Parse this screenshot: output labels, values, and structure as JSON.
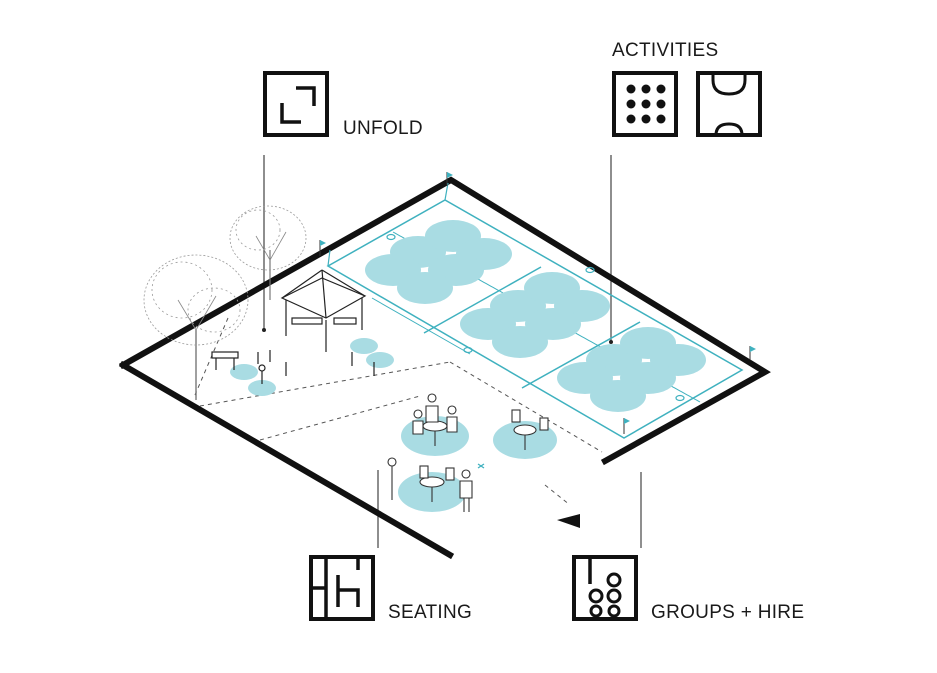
{
  "labels": {
    "unfold": "UNFOLD",
    "activities": "ACTIVITIES",
    "seating": "SEATING",
    "groups_hire": "GROUPS + HIRE"
  },
  "icons": {
    "unfold": "unfold-corners-icon",
    "activities_dice": "dice-six-icon",
    "activities_court": "court-icon",
    "seating": "seating-plan-icon",
    "groups_hire": "group-circles-icon"
  },
  "colors": {
    "ink": "#111111",
    "court_teal": "#3fb1bf",
    "zone_fill": "#a9dce3",
    "tree": "#9a9a9a",
    "dashed": "#555555"
  }
}
